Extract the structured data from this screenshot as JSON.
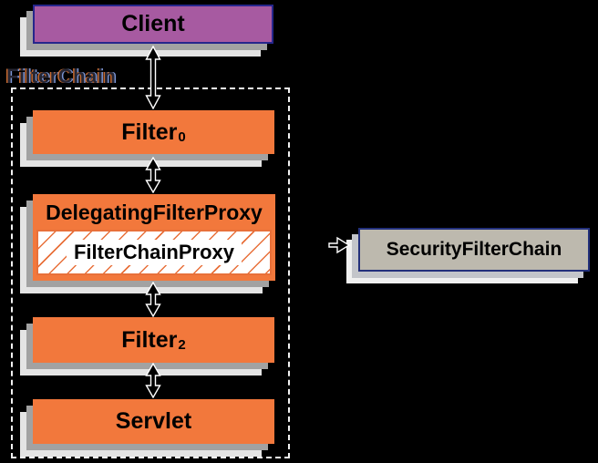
{
  "client": {
    "label": "Client"
  },
  "filterchain": {
    "label": "FilterChain"
  },
  "filter0": {
    "label": "Filter",
    "subscript": "0"
  },
  "delegating_filter_proxy": {
    "label": "DelegatingFilterProxy"
  },
  "filter_chain_proxy": {
    "label": "FilterChainProxy"
  },
  "filter2": {
    "label": "Filter",
    "subscript": "2"
  },
  "servlet": {
    "label": "Servlet"
  },
  "security_filter_chain": {
    "label": "SecurityFilterChain"
  },
  "colors": {
    "background": "#000000",
    "orange_box_fill": "#F2783C",
    "client_fill": "#A75AA1",
    "navy_border": "#26268C",
    "security_filter_chain_fill": "#BDB9AE",
    "security_filter_chain_border": "#23307B",
    "shadow_medium": "#A2A2A2",
    "shadow_light": "#E4E4E4",
    "dashed_border": "#F2F2F2",
    "hatch_line": "#E8703A",
    "label_fringe_orange": "#C76A2F",
    "label_fringe_blue": "#7B95D3"
  }
}
